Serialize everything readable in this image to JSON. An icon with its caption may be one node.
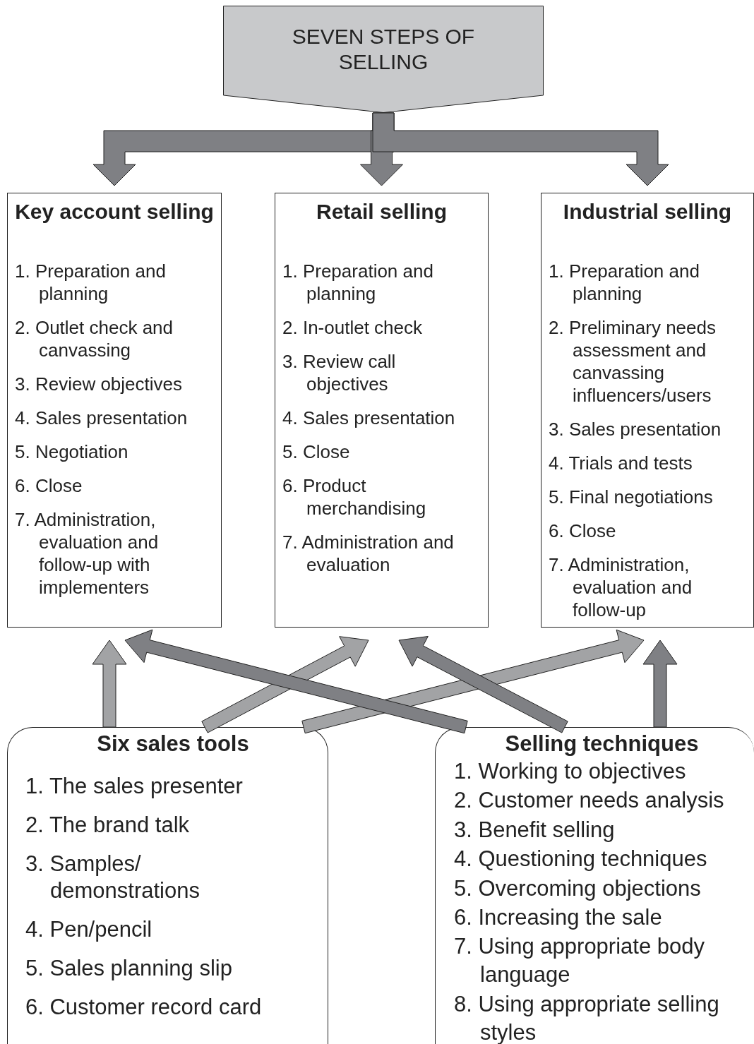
{
  "diagram": {
    "nodes": [
      {
        "text": [
          "SEVEN STEPS OF SELLING"
        ]
      },
      {
        "text": [
          "Key account selling",
          "1. Preparation and planning",
          "2. Outlet check and canvassing",
          "3. Review objectives",
          "4. Sales presentation",
          "5. Negotiation",
          "6. Close",
          "7. Administration, evaluation and follow-up with implementers"
        ]
      },
      {
        "text": [
          "Retail selling",
          "1. Preparation and planning",
          "2. In-outlet check",
          "3. Review call objectives",
          "4. Sales presentation",
          "5. Close",
          "6. Product merchandising",
          "7. Administration and evaluation"
        ]
      },
      {
        "text": [
          "Industrial selling",
          "1. Preparation and planning",
          "2. Preliminary needs assessment and canvassing influencers/users",
          "3. Sales presentation",
          "4. Trials and tests",
          "5. Final negotiations",
          "6. Close",
          "7. Administration, evaluation and follow-up"
        ]
      },
      {
        "text": [
          "Six sales tools",
          "1. The sales presenter",
          "2. The brand talk",
          "3. Samples/ demonstrations",
          "4. Pen/pencil",
          "5. Sales planning slip",
          "6. Customer record card"
        ]
      },
      {
        "text": [
          "Selling techniques",
          "1. Working to objectives",
          "2. Customer needs analysis",
          "3. Benefit selling",
          "4. Questioning techniques",
          "5. Overcoming objections",
          "6. Increasing the sale",
          "7. Using appropriate body language",
          "8. Using appropriate selling styles"
        ]
      }
    ],
    "edges": [
      {
        "from": 0,
        "to": 1,
        "arrow": "to",
        "style": "thick"
      },
      {
        "from": 0,
        "to": 2,
        "arrow": "to",
        "style": "thick"
      },
      {
        "from": 0,
        "to": 3,
        "arrow": "to",
        "style": "thick"
      },
      {
        "from": 4,
        "to": 1,
        "arrow": "to",
        "style": "thick",
        "color": "#a2a3a5"
      },
      {
        "from": 4,
        "to": 2,
        "arrow": "to",
        "style": "thick",
        "color": "#a2a3a5"
      },
      {
        "from": 4,
        "to": 3,
        "arrow": "to",
        "style": "thick",
        "color": "#a2a3a5"
      },
      {
        "from": 5,
        "to": 1,
        "arrow": "to",
        "style": "thick"
      },
      {
        "from": 5,
        "to": 2,
        "arrow": "to",
        "style": "thick"
      },
      {
        "from": 5,
        "to": 3,
        "arrow": "to",
        "style": "thick"
      }
    ]
  }
}
